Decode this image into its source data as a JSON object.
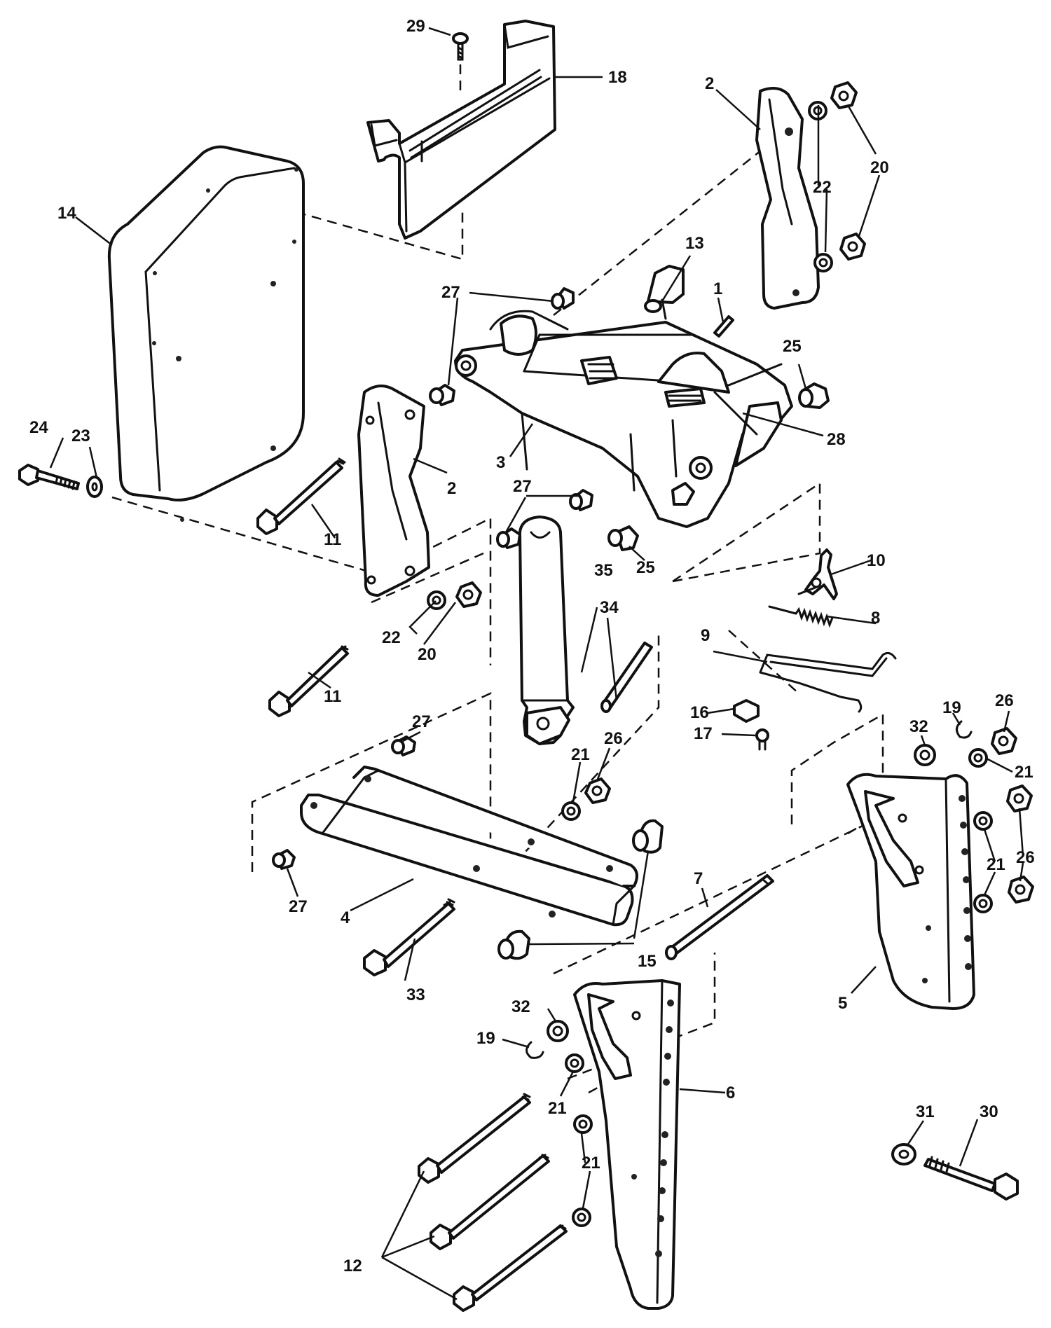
{
  "diagram": {
    "callouts": {
      "c1": "1",
      "c2a": "2",
      "c2b": "2",
      "c3": "3",
      "c4": "4",
      "c5": "5",
      "c6": "6",
      "c7": "7",
      "c8": "8",
      "c9": "9",
      "c10": "10",
      "c11a": "11",
      "c11b": "11",
      "c12": "12",
      "c13": "13",
      "c14": "14",
      "c15": "15",
      "c16": "16",
      "c17": "17",
      "c18": "18",
      "c19a": "19",
      "c19b": "19",
      "c20a": "20",
      "c20b": "20",
      "c21a": "21",
      "c21b": "21",
      "c21c": "21",
      "c21d": "21",
      "c21e": "21",
      "c22a": "22",
      "c22b": "22",
      "c23": "23",
      "c24": "24",
      "c25a": "25",
      "c25b": "25",
      "c26a": "26",
      "c26b": "26",
      "c26c": "26",
      "c27a": "27",
      "c27b": "27",
      "c27c": "27",
      "c27d": "27",
      "c28": "28",
      "c29": "29",
      "c30": "30",
      "c31": "31",
      "c32a": "32",
      "c32b": "32",
      "c33": "33",
      "c34": "34",
      "c35": "35"
    }
  }
}
